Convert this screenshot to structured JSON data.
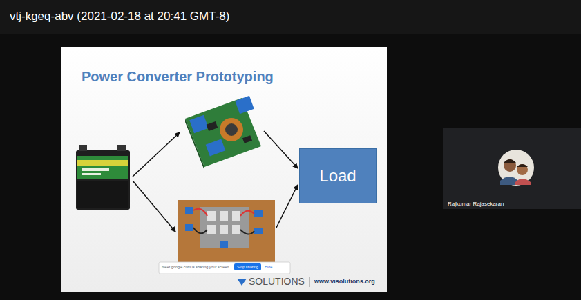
{
  "diagram": {
    "title": "Power Converter Prototyping",
    "nodes": [
      {
        "text": [
          "Load"
        ]
      }
    ],
    "labels": [
      "vtj-kgeq-abv (2021-02-18 at 20:41 GMT-8)",
      "meet.google.com is sharing your screen.",
      "Stop sharing",
      "Hide",
      "SOLUTIONS",
      "www.visolutions.org",
      "Rajkumar Rajasekaran"
    ]
  }
}
